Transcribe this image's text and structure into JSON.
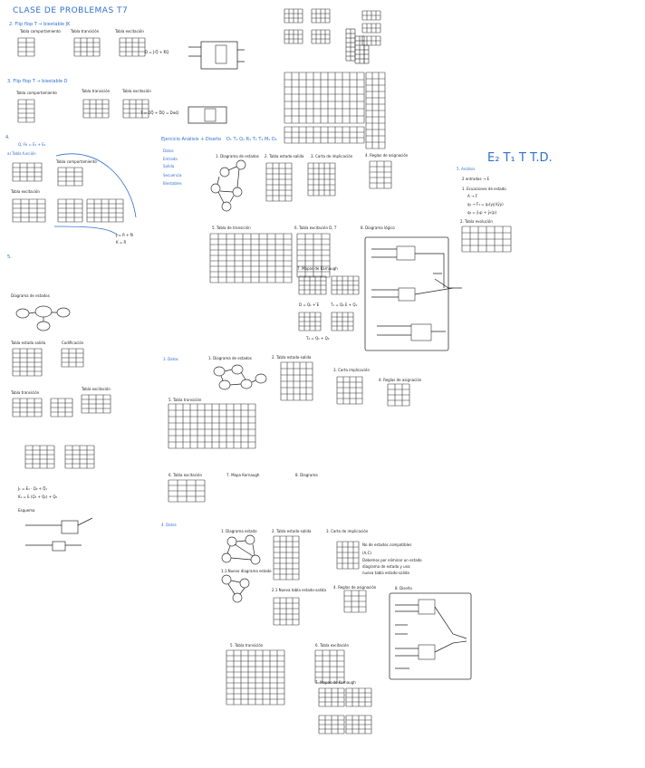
{
  "header": {
    "title": "CLASE DE PROBLEMAS T7",
    "big_title": "E₂ T₁ T T.D."
  },
  "sec1": {
    "label": "2. Flip flop T → biestable JK",
    "tabla_comportamiento": "Tabla comportamiento",
    "tabla_transicion": "Tabla transición",
    "tabla_excitacion": "Tabla excitación",
    "eq": "D = J·Q̄ + K̄Q"
  },
  "sec2": {
    "label": "3. Flip flop T → biestable D",
    "tabla_comportamiento": "Tabla comportamiento",
    "tabla_transicion": "Tabla transición",
    "tabla_excitacion": "Tabla excitación",
    "eq": "T = DQ̄ + D̄Q = D⊕Q"
  },
  "sec3": {
    "label": "4.",
    "eq": "Q, Fe = E₁ + E₂",
    "tabla_funcion": "a) Tabla función",
    "tabla_comportamiento": "Tabla comportamiento",
    "tabla_excitacion": "Tabla excitación",
    "eq2": "J = R + Ñ",
    "eq3": "K = R"
  },
  "sec4": {
    "label": "5.",
    "diagrama": "Diagrama de estados",
    "tabla_estado": "Tabla estado salida",
    "codificacion": "Codificación",
    "tabla_transicion": "Tabla transición",
    "tabla_excitacion": "Tabla excitación",
    "eq1": "J₁ = E₁ · Q₀ + Q̄₁",
    "eq2": "K₁ = E (Q₁ + Q₀) + Q₀",
    "diagrama2": "Esquema"
  },
  "sec5": {
    "title": "Ejercicio Análisis + Diseño",
    "title_vars": "D₁ T₁ Q₁ R₁ T₁ T₂ M₁ D₂",
    "datos": [
      "Datos",
      "Entrada",
      "Salida",
      "Secuencia",
      "Biestables"
    ],
    "steps": [
      "1. Diagrama de estados",
      "2. Tabla estado-salida",
      "3. Carta de implicación",
      "4. Reglas de asignación"
    ],
    "step5": "5. Tabla de transición",
    "step6": "6. Tabla excitación D, T",
    "step7": "7. Mapas de Karnaugh",
    "step8": "8. Diagrama lógico",
    "eq_k": [
      "D = Q₁ + ̄E",
      "T₁ = Q₀ E + Q₁",
      "T₂ = Q₁ + Q₀"
    ]
  },
  "sec6": {
    "analisis": "5. Análisis",
    "entradas": "2 entradas → E",
    "ecuaciones": "1. Ecuaciones de estado",
    "eqs": [
      "A → F",
      "q₁ → F₁ = q₁(yy)(ȳy)",
      "q₂ = ȳ₁p + ȳ₁(p)"
    ],
    "tabla": "2. Tabla evolución"
  },
  "sec7": {
    "label": "3. Datos",
    "steps": [
      "1. Diagrama de estados",
      "2. Tabla estado-salida",
      "3. Carta implicación",
      "4. Reglas de asignación"
    ],
    "step5": "5. Tabla transición",
    "step6": "6. Tabla excitación",
    "step7": "7. Mapa Karnaugh",
    "step8": "8. Diagrama"
  },
  "sec8": {
    "label": "4. Datos",
    "steps": [
      "1. Diagrama estado",
      "2. Tabla estado-salida",
      "3. Carta de implicación",
      "4. Reglas de asignación"
    ],
    "step1b": "1.1 Nuevo diagrama estado",
    "step2b": "2.1 Nueva tabla estado-salida",
    "step5": "5. Tabla transición",
    "step6": "6. Tabla excitación",
    "step7": "7. Mapas de Karnaugh",
    "step8": "8. Diseño",
    "note": [
      "No de estados compatibles",
      "(A,C)",
      "Debemos por eliminar un estado",
      "diagrama de estado y una",
      "nueva tabla estado-salida"
    ]
  }
}
